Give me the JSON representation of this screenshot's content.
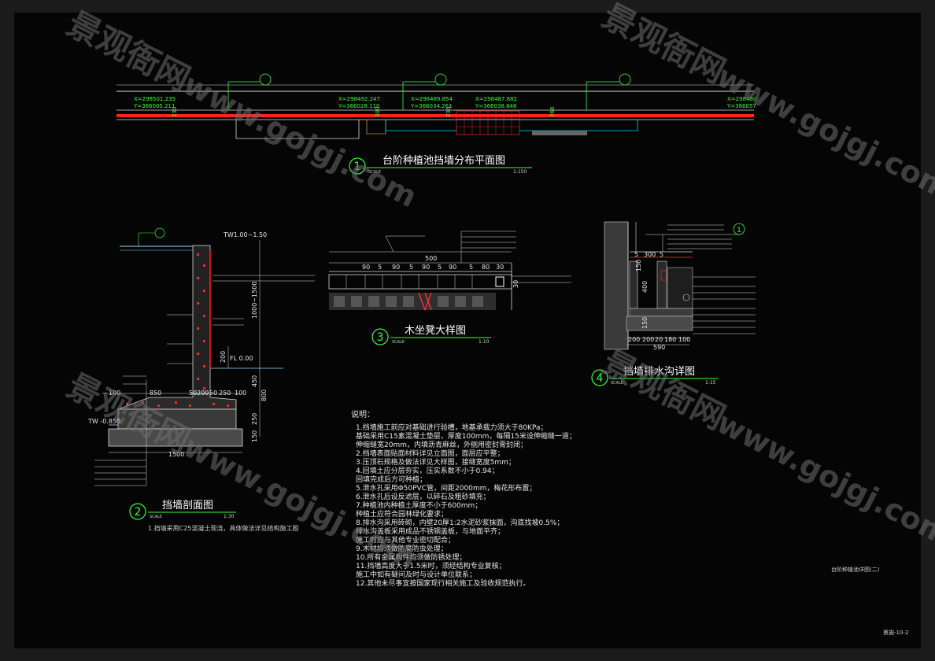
{
  "watermark": {
    "brand": "景观衙网",
    "url": "www.gojgj.com"
  },
  "plan": {
    "number": "1",
    "title": "台阶种植池挡墙分布平面图",
    "scale": "1:150",
    "scale_label": "SCALE",
    "coords": [
      {
        "x": "X=298501.235",
        "y": "Y=366005.211"
      },
      {
        "x": "X=298492.247",
        "y": "Y=366028.110"
      },
      {
        "x": "X=298489.854",
        "y": "Y=366034.261"
      },
      {
        "x": "X=298487.882",
        "y": "Y=366038.846"
      },
      {
        "x": "X=298480",
        "y": "Y=366057"
      }
    ],
    "dims": [
      "230",
      "300",
      "230",
      "260"
    ]
  },
  "section2": {
    "number": "2",
    "title": "挡墙剖面图",
    "scale": "1:30",
    "scale_label": "SCALE",
    "labels": {
      "top_elev": "TW1.00~1.50",
      "fl": "FL 0.00",
      "tw": "TW -0.850",
      "d1000": "1000~1500",
      "d200": "200",
      "d450": "450",
      "d800": "800",
      "d250": "250",
      "d150": "150",
      "d100a": "100",
      "d850": "850",
      "d50": "50",
      "d200b": "200",
      "d50b": "50",
      "d250b": "250",
      "d100b": "100",
      "d1500": "1500"
    },
    "note": "1.挡墙采用C25混凝土现浇，具体做法详见结构施工图"
  },
  "section3": {
    "number": "3",
    "title": "木坐凳大样图",
    "scale": "1:10",
    "scale_label": "SCALE",
    "dims_top": "500",
    "dims_row": [
      "90",
      "5",
      "90",
      "5",
      "90",
      "5",
      "90",
      "5",
      "80",
      "30"
    ],
    "side_dim": "30"
  },
  "section4": {
    "number": "4",
    "title": "挡墙排水沟详图",
    "scale": "1:15",
    "scale_label": "SCALE",
    "dims_top": [
      "5",
      "300",
      "5"
    ],
    "dims_v": [
      "150",
      "400",
      "150"
    ],
    "dims_bottom": [
      "200",
      "200",
      "20",
      "180",
      "100"
    ],
    "dims_total": "590"
  },
  "notes": {
    "heading": "说明：",
    "lines": [
      "1.挡墙施工前应对基础进行验槽，地基承载力须大于80KPa；",
      "  基础采用C15素混凝土垫层，厚度100mm，每隔15米设伸缩缝一道；",
      "  伸缩缝宽20mm，内填沥青麻丝，外侧用密封膏封闭；",
      "2.挡墙表面贴面材料详见立面图，面层应平整；",
      "3.压顶石规格及做法详见大样图，接缝宽度5mm；",
      "4.回填土应分层夯实，压实系数不小于0.94；",
      "  回填完成后方可种植；",
      "5.泄水孔采用Φ50PVC管，间距2000mm，梅花形布置；",
      "6.泄水孔后设反滤层，以碎石及粗砂填充；",
      "7.种植池内种植土厚度不小于600mm；",
      "  种植土应符合园林绿化要求；",
      "8.排水沟采用砖砌，内壁20厚1:2水泥砂浆抹面，沟底找坡0.5%；",
      "  排水沟盖板采用成品不锈钢盖板，与地面平齐；",
      "  施工时应与其他专业密切配合；",
      "9.木材均须做防腐防虫处理；",
      "10.所有金属构件均须做防锈处理；",
      "11.挡墙高度大于1.5米时，须经结构专业复核；",
      "  施工中如有疑问及时与设计单位联系；",
      "12.其他未尽事宜按国家现行相关施工及验收规范执行。"
    ]
  },
  "bottom_right": {
    "caption": "台阶种植池详图(二)",
    "sheet_no": "景施-10-2"
  }
}
